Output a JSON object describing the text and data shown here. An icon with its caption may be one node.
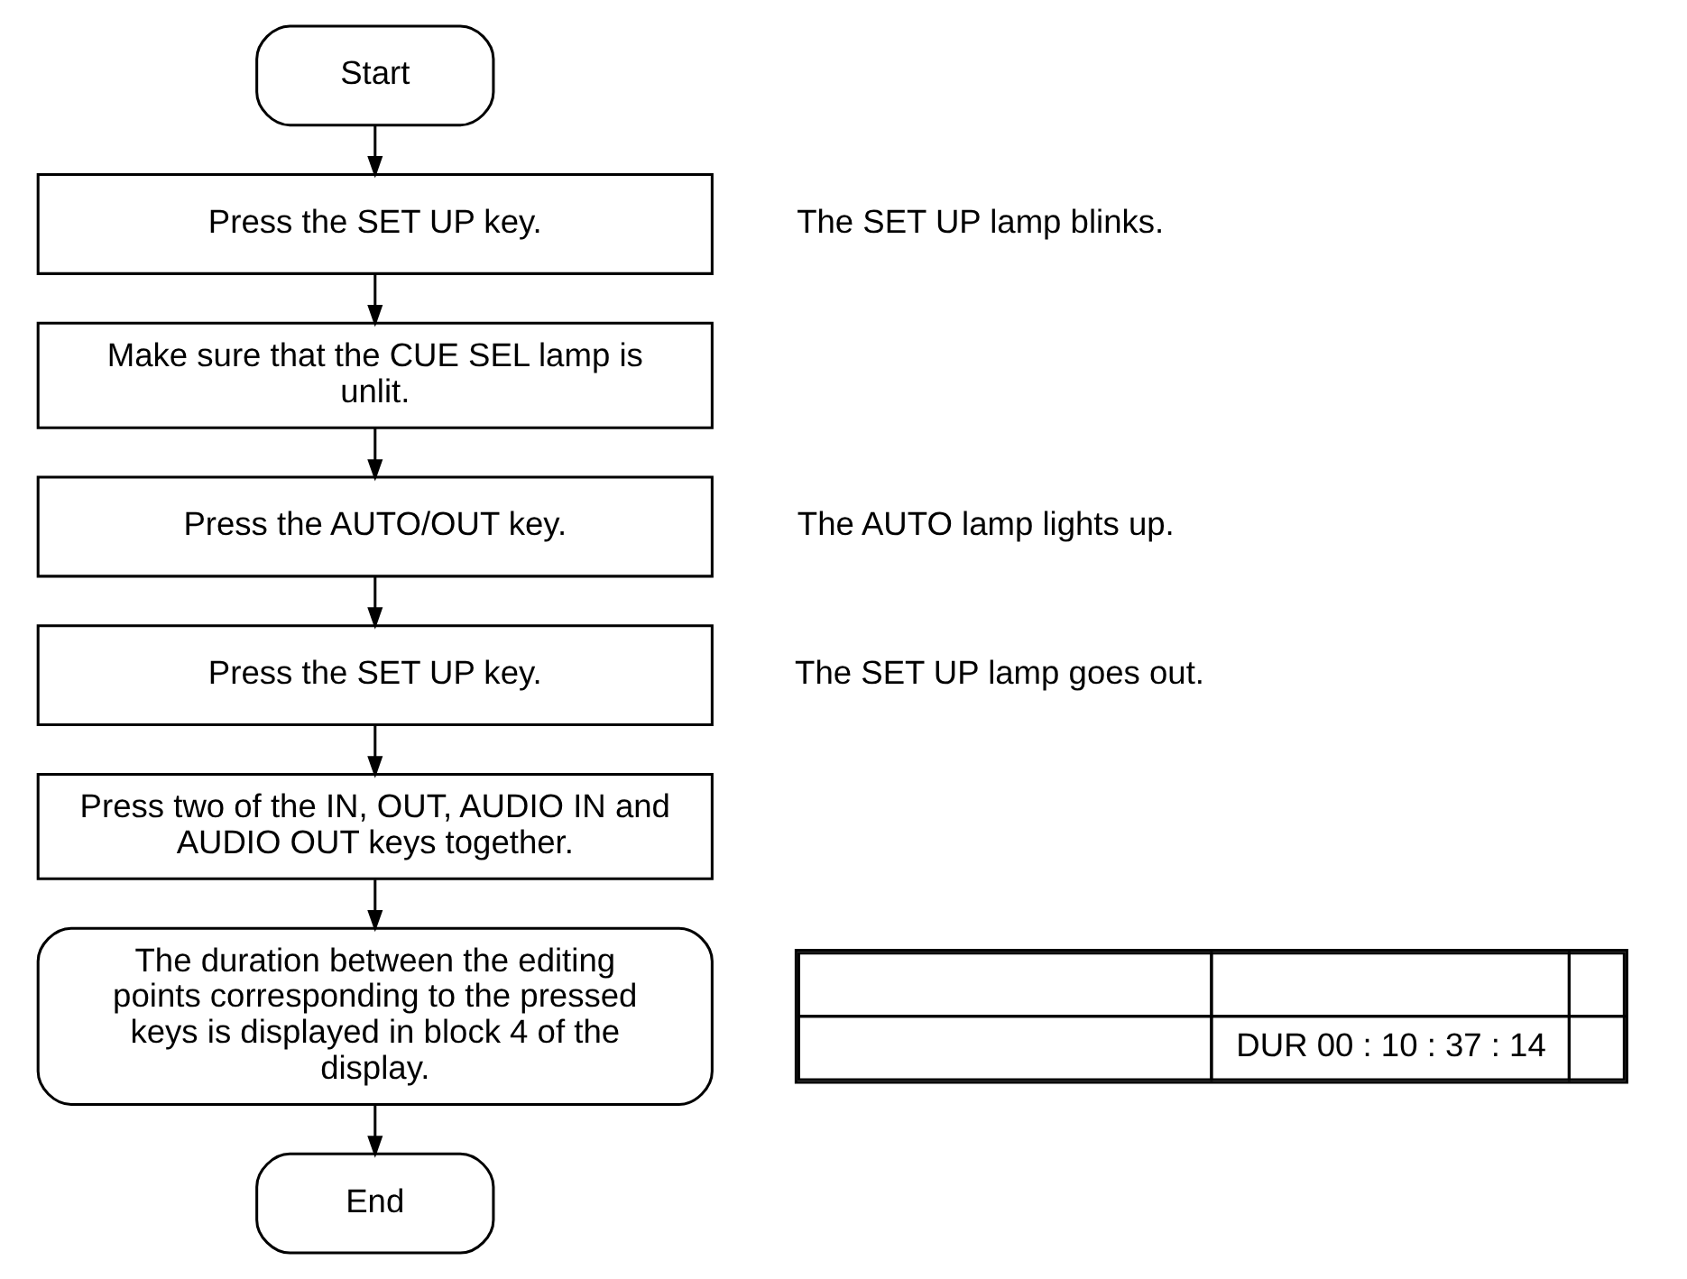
{
  "diagram": {
    "nodes": [
      {
        "text": [
          "Start"
        ]
      },
      {
        "text": [
          "Press the SET UP key."
        ],
        "beside": [
          "The SET UP lamp blinks."
        ]
      },
      {
        "text": [
          "Make sure that the CUE SEL lamp is unlit."
        ]
      },
      {
        "text": [
          "Press the AUTO/OUT key."
        ],
        "beside": [
          "The AUTO lamp lights up."
        ]
      },
      {
        "text": [
          "Press the SET UP key."
        ],
        "beside": [
          "The SET UP lamp goes out."
        ]
      },
      {
        "text": [
          "Press two of the IN, OUT, AUDIO IN and AUDIO OUT keys together."
        ]
      },
      {
        "text": [
          "The duration between the editing points corresponding to the pressed keys is displayed in block 4 of the display."
        ]
      },
      {
        "text": [
          "End"
        ]
      }
    ],
    "edges": [
      {
        "from": 0,
        "to": 1,
        "arrow": "to"
      },
      {
        "from": 1,
        "to": 2,
        "arrow": "to"
      },
      {
        "from": 2,
        "to": 3,
        "arrow": "to"
      },
      {
        "from": 3,
        "to": 4,
        "arrow": "to"
      },
      {
        "from": 4,
        "to": 5,
        "arrow": "to"
      },
      {
        "from": 5,
        "to": 6,
        "arrow": "to"
      },
      {
        "from": 6,
        "to": 7,
        "arrow": "to"
      }
    ],
    "labels": [
      "DUR 00 : 10 : 37 : 14"
    ]
  }
}
